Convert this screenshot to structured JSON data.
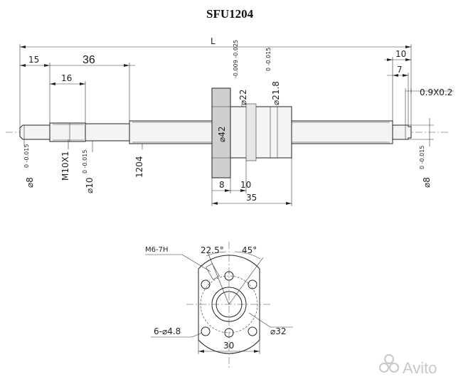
{
  "title": "SFU1204",
  "front_view": {
    "L": "L",
    "d15": "15",
    "d36": "36",
    "d16": "16",
    "d10": "10",
    "d7": "7",
    "chamfer": "0.9X0.2",
    "d8_left_main": "⌀8",
    "d8_left_tol": "0 -0.015",
    "m10": "M10X1",
    "d10_dia_main": "⌀10",
    "d10_dia_tol": "0 -0.015",
    "d1204": "1204",
    "d42": "⌀42",
    "d22_main": "⌀22",
    "d22_tol": "-0.009 -0.025",
    "d218_main": "⌀21.8",
    "d218_tol": "0 -0.015",
    "d8_flange": "8",
    "d10_flange": "10",
    "d35": "35",
    "d8_right_main": "⌀8",
    "d8_right_tol": "0 -0.015"
  },
  "side_view": {
    "thread": "M6-7H",
    "angle1": "22.5°",
    "angle2": "45°",
    "holes": "6-⌀4.8",
    "pcd": "⌀32",
    "width": "30"
  },
  "watermark": "Avito"
}
